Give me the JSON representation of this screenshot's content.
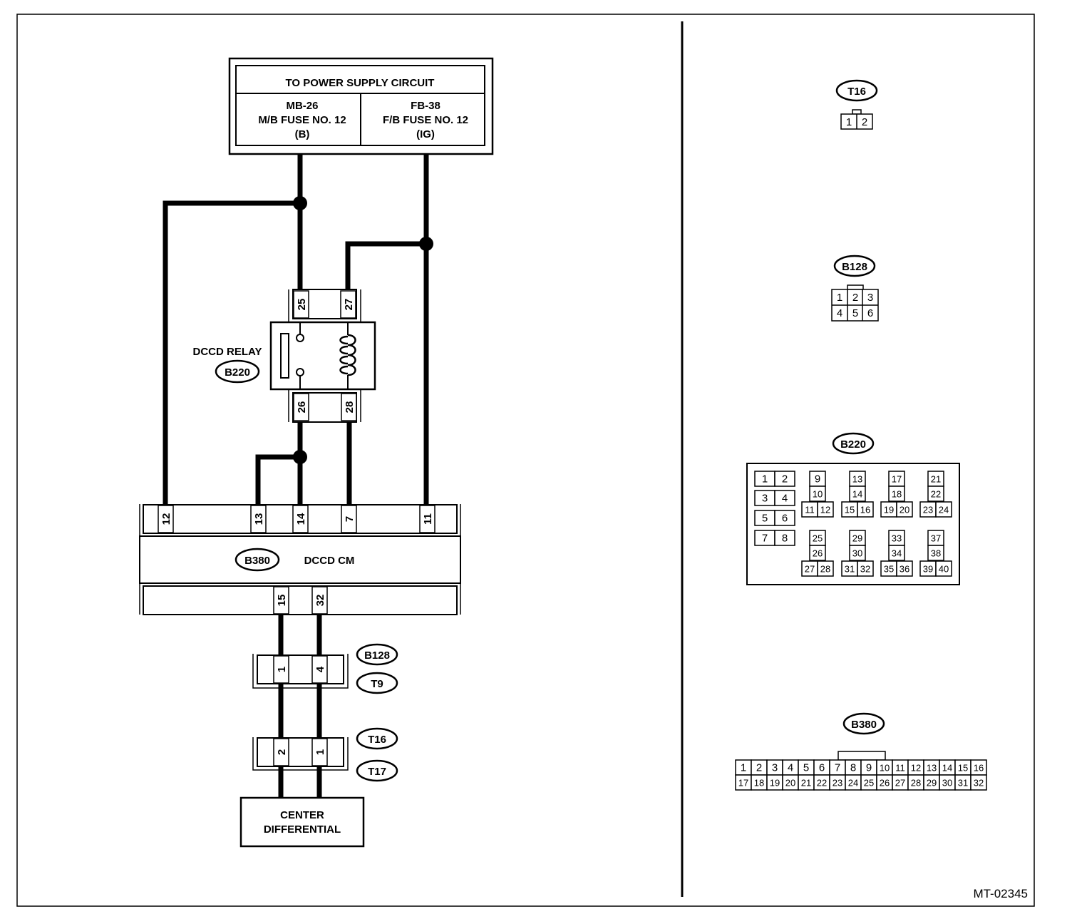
{
  "drawing_id": "MT-02345",
  "power_box": {
    "title": "TO POWER SUPPLY CIRCUIT",
    "left": {
      "line1": "MB-26",
      "line2": "M/B FUSE NO. 12",
      "line3": "(B)"
    },
    "right": {
      "line1": "FB-38",
      "line2": "F/B FUSE NO. 12",
      "line3": "(IG)"
    }
  },
  "relay": {
    "label": "DCCD RELAY",
    "connector": "B220",
    "top_pins": [
      "25",
      "27"
    ],
    "bottom_pins": [
      "26",
      "28"
    ]
  },
  "control_module": {
    "label": "DCCD CM",
    "connector": "B380",
    "top_pins": [
      "12",
      "13",
      "14",
      "7",
      "11"
    ],
    "bottom_pins": [
      "15",
      "32"
    ]
  },
  "junction_1": {
    "connectors": [
      "B128",
      "T9"
    ],
    "pins": [
      "1",
      "4"
    ]
  },
  "junction_2": {
    "connectors": [
      "T16",
      "T17"
    ],
    "pins": [
      "2",
      "1"
    ]
  },
  "center_diff": {
    "line1": "CENTER",
    "line2": "DIFFERENTIAL"
  },
  "face_t16": {
    "label": "T16",
    "pins": [
      "1",
      "2"
    ]
  },
  "face_b128": {
    "label": "B128",
    "pins": [
      "1",
      "2",
      "3",
      "4",
      "5",
      "6"
    ]
  },
  "face_b220": {
    "label": "B220",
    "pins": [
      "1",
      "2",
      "3",
      "4",
      "5",
      "6",
      "7",
      "8",
      "9",
      "10",
      "11",
      "12",
      "13",
      "14",
      "15",
      "16",
      "17",
      "18",
      "19",
      "20",
      "21",
      "22",
      "23",
      "24",
      "25",
      "26",
      "27",
      "28",
      "29",
      "30",
      "31",
      "32",
      "33",
      "34",
      "35",
      "36",
      "37",
      "38",
      "39",
      "40"
    ]
  },
  "face_b380": {
    "label": "B380",
    "row1": [
      "1",
      "2",
      "3",
      "4",
      "5",
      "6",
      "7",
      "8",
      "9",
      "10",
      "11",
      "12",
      "13",
      "14",
      "15",
      "16"
    ],
    "row2": [
      "17",
      "18",
      "19",
      "20",
      "21",
      "22",
      "23",
      "24",
      "25",
      "26",
      "27",
      "28",
      "29",
      "30",
      "31",
      "32"
    ]
  }
}
